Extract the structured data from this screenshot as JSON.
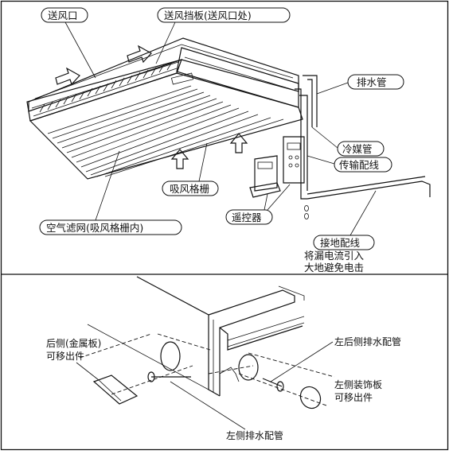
{
  "top_panel": {
    "labels": {
      "supply_outlet": "送风口",
      "supply_louver": "送风挡板(送风口处)",
      "drain_pipe": "排水管",
      "refrigerant_pipe": "冷媒管",
      "transmission_wiring": "传输配线",
      "intake_grille": "吸风格栅",
      "remote_controller": "遥控器",
      "air_filter": "空气滤网(吸风格栅内)",
      "ground_wiring": "接地配线",
      "ground_note_line1": "将漏电流引入",
      "ground_note_line2": "大地避免电击"
    }
  },
  "bottom_panel": {
    "labels": {
      "rear_panel_line1": "后侧(金属板)",
      "rear_panel_line2": "可移出件",
      "left_rear_drain": "左后侧排水配管",
      "left_cover_line1": "左侧装饰板",
      "left_cover_line2": "可移出件",
      "left_drain": "左侧排水配管"
    }
  }
}
